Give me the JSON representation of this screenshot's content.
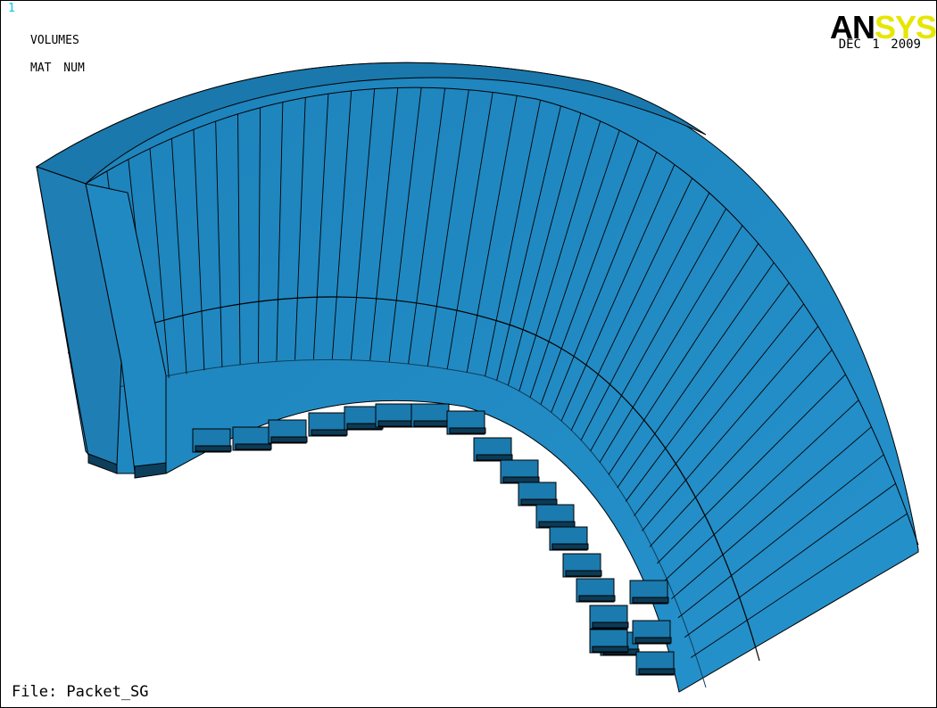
{
  "window_number": "1",
  "title": {
    "line1": "VOLUMES",
    "line2": "MAT NUM"
  },
  "logo": {
    "part1": "AN",
    "part2": "SYS",
    "color1": "#000000",
    "color2": "#e6e600"
  },
  "date": "DEC  1 2009",
  "file_label": "File: Packet_SG",
  "colors": {
    "window_number": "#00c8e0",
    "volume_fill": "#1f86c0",
    "volume_dark": "#17709f",
    "volume_light": "#2a9ad6",
    "edge": "#000000"
  }
}
